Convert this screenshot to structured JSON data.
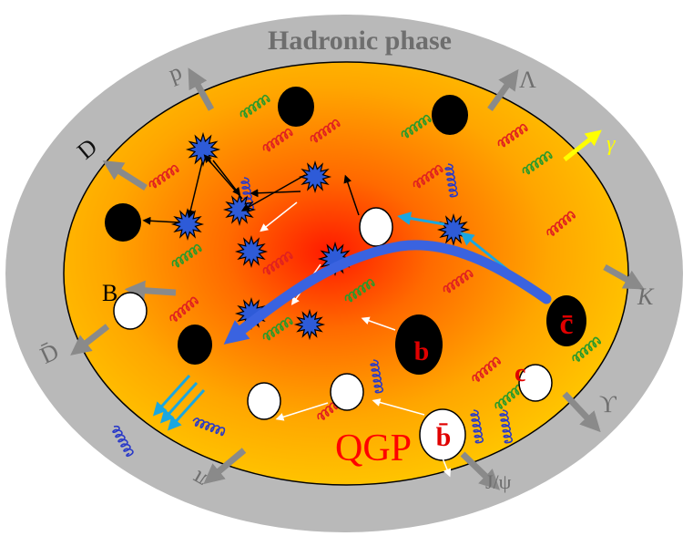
{
  "diagram": {
    "outer_label": "Hadronic phase",
    "core_label": "QGP",
    "particle_labels": {
      "p": "p",
      "lambda": "Λ",
      "gamma": "γ",
      "d_meson": "D",
      "kaon": "K",
      "b_meson": "B",
      "dbar_meson": "D̄",
      "upsilon": "ϒ",
      "jpsi": "J/ψ",
      "pion": "π"
    },
    "quark_labels": {
      "cbar": "c̄",
      "b": "b",
      "bbar": "b̄",
      "c": "c"
    },
    "colors": {
      "outer_ring": "#b9b9b9",
      "outer_label": "#6e6e6e",
      "core_hot": "#ff1a00",
      "core_mid": "#ff8a00",
      "core_edge": "#ffcc00",
      "qgp_label": "#ff0000",
      "arrow_grey": "#8a8a8a",
      "blue_trajectory": "#3a63e0",
      "cyan_arrow": "#1aa7e0",
      "gamma_arrow": "#ffff00",
      "star_fill": "#2e5bd8",
      "quark_label": "#e00000"
    }
  }
}
